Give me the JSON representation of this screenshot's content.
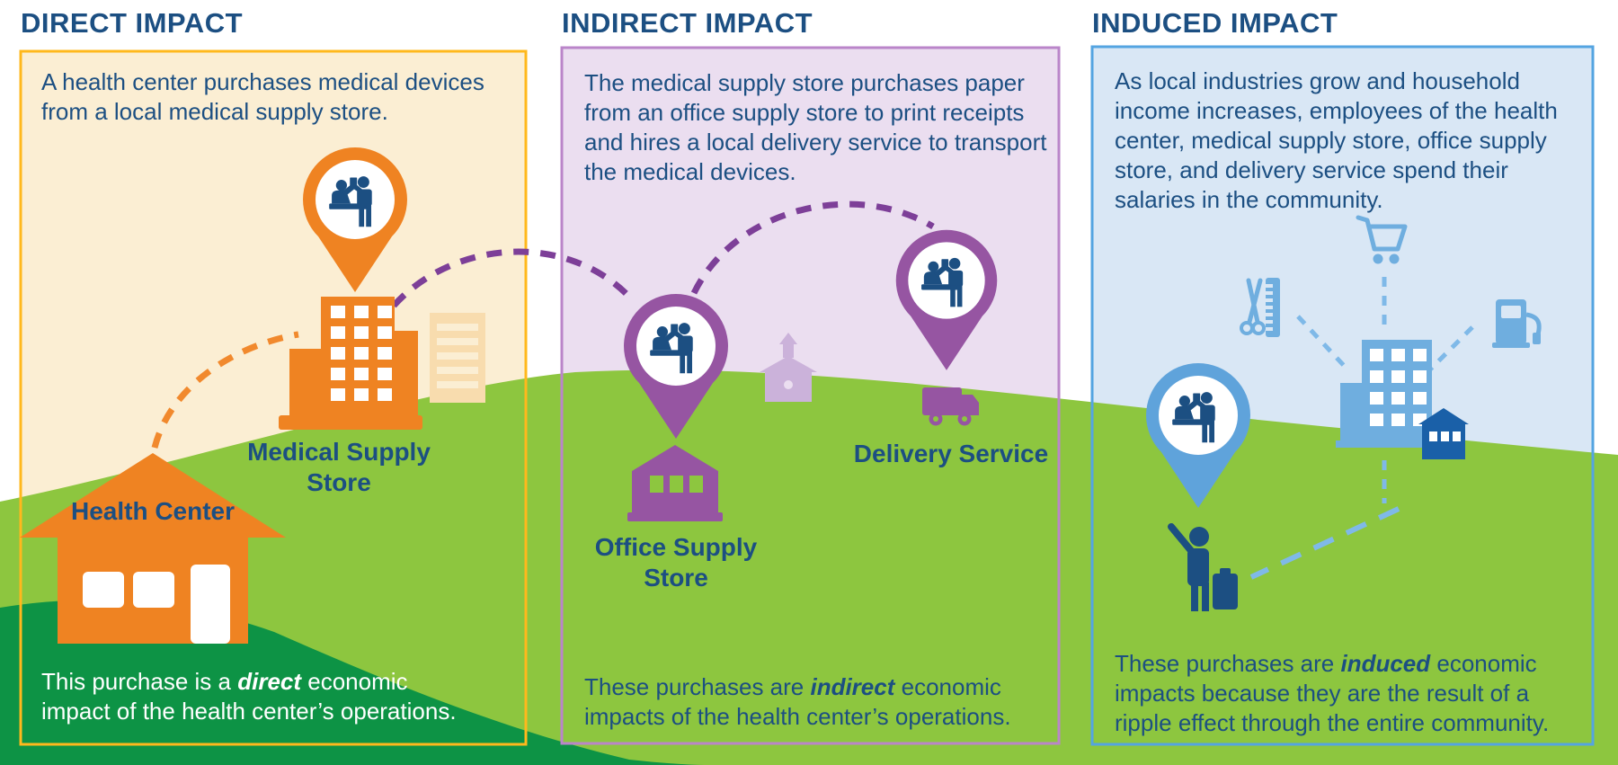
{
  "colors": {
    "navy": "#1C4F82",
    "cream": "#FBEED3",
    "gold": "#FFB81C",
    "lavender": "#EBDEF0",
    "purple_border": "#BA85C9",
    "purple": "#9655A2",
    "purple_faded": "#CBB2DA",
    "blue_bg": "#D9E7F5",
    "blue_border": "#54A4E1",
    "blue": "#6FAEDF",
    "pin_blue": "#5FA3DB",
    "shed_blue": "#1A60A8",
    "orange": "#EF8322",
    "orange_faded": "#F8DCAE",
    "green_light": "#8DC63F",
    "green_dark": "#0D9345",
    "dash_orange": "#F1892D",
    "dash_purple": "#7D3F98",
    "dash_blue": "#7FB9E8"
  },
  "panels": {
    "direct": {
      "title": "DIRECT IMPACT",
      "description": "A health center purchases medical devices from a local medical supply store.",
      "caption": {
        "pre": "This purchase is a ",
        "em": "direct",
        "post": " economic impact of the health center’s operations."
      },
      "labels": {
        "health_center": "Health Center",
        "medical_supply_store": "Medical Supply Store"
      }
    },
    "indirect": {
      "title": "INDIRECT IMPACT",
      "description": "The medical supply store purchases paper from an office supply store to print receipts and hires a local delivery service to transport the medical devices.",
      "caption": {
        "pre": "These purchases are ",
        "em": "indirect",
        "post": " economic impacts of the health center’s operations."
      },
      "labels": {
        "office_supply_store": "Office Supply Store",
        "delivery_service": "Delivery Service"
      }
    },
    "induced": {
      "title": "INDUCED IMPACT",
      "description": "As local industries grow and household income increases, employees of the health center, medical supply store, office supply store, and delivery service spend their salaries in the community.",
      "caption": {
        "pre": "These purchases are ",
        "em": "induced",
        "post": " economic impacts because they are the result of a ripple effect through the entire community."
      }
    }
  },
  "icons": {
    "transaction_pin": "map pin containing two people making a purchase at a counter",
    "health_center_house": "orange house with windows and door",
    "medical_supply_store_building": "orange multi-story building with windows",
    "faded_building": "pale orange background building",
    "office_supply_store_building": "purple shop with three windows",
    "church": "pale purple church silhouette",
    "delivery_truck": "purple delivery truck",
    "shopping_cart": "light blue shopping cart",
    "scissors_comb": "light blue scissors and comb (barber)",
    "gas_pump": "light blue fuel pump",
    "city_building": "light blue office building",
    "blue_shed": "dark blue small shop",
    "person_waving": "dark blue person with suitcase waving"
  }
}
